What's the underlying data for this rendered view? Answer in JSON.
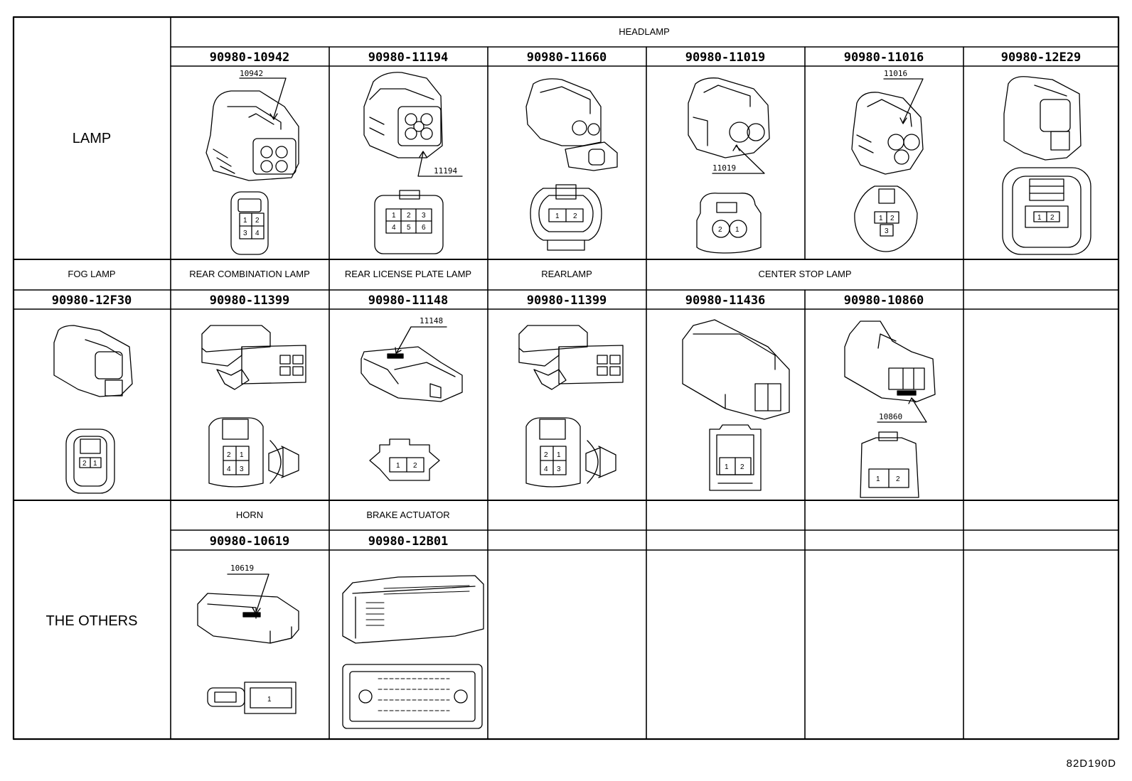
{
  "sections": {
    "lamp": "LAMP",
    "others": "THE OTHERS"
  },
  "rows": [
    {
      "groups": [
        {
          "label": "HEADLAMP",
          "span": 6
        }
      ],
      "connectors": [
        {
          "part": "90980-10942",
          "callout": "10942",
          "pins": [
            "1",
            "2",
            "3",
            "4"
          ]
        },
        {
          "part": "90980-11194",
          "callout": "11194",
          "pins": [
            "1",
            "2",
            "3",
            "4",
            "5",
            "6"
          ]
        },
        {
          "part": "90980-11660",
          "callout": "",
          "pins": [
            "1",
            "2"
          ]
        },
        {
          "part": "90980-11019",
          "callout": "11019",
          "pins": [
            "2",
            "1"
          ]
        },
        {
          "part": "90980-11016",
          "callout": "11016",
          "pins": [
            "1",
            "2",
            "3"
          ]
        },
        {
          "part": "90980-12E29",
          "callout": "",
          "pins": [
            "1",
            "2"
          ]
        }
      ]
    },
    {
      "groups": [
        {
          "label": "FOG LAMP",
          "span": 1
        },
        {
          "label": "REAR COMBINATION LAMP",
          "span": 1
        },
        {
          "label": "REAR LICENSE PLATE LAMP",
          "span": 1
        },
        {
          "label": "REARLAMP",
          "span": 1
        },
        {
          "label": "CENTER STOP LAMP",
          "span": 2
        },
        {
          "label": "",
          "span": 1
        }
      ],
      "connectors": [
        {
          "part": "90980-12F30",
          "callout": "",
          "pins": [
            "2",
            "1"
          ]
        },
        {
          "part": "90980-11399",
          "callout": "",
          "pins": [
            "2",
            "1",
            "4",
            "3"
          ]
        },
        {
          "part": "90980-11148",
          "callout": "11148",
          "pins": [
            "1",
            "2"
          ]
        },
        {
          "part": "90980-11399",
          "callout": "",
          "pins": [
            "2",
            "1",
            "4",
            "3"
          ]
        },
        {
          "part": "90980-11436",
          "callout": "",
          "pins": [
            "1",
            "2"
          ]
        },
        {
          "part": "90980-10860",
          "callout": "10860",
          "pins": [
            "1",
            "2"
          ]
        },
        {
          "part": "",
          "callout": "",
          "pins": []
        }
      ]
    },
    {
      "groups": [
        {
          "label": "HORN",
          "span": 1
        },
        {
          "label": "BRAKE ACTUATOR",
          "span": 1
        },
        {
          "label": "",
          "span": 1
        },
        {
          "label": "",
          "span": 1
        },
        {
          "label": "",
          "span": 1
        },
        {
          "label": "",
          "span": 1
        }
      ],
      "connectors": [
        {
          "part": "90980-10619",
          "callout": "10619",
          "pins": [
            "1"
          ]
        },
        {
          "part": "90980-12B01",
          "callout": "",
          "pins": []
        },
        {
          "part": "",
          "callout": "",
          "pins": []
        },
        {
          "part": "",
          "callout": "",
          "pins": []
        },
        {
          "part": "",
          "callout": "",
          "pins": []
        },
        {
          "part": "",
          "callout": "",
          "pins": []
        }
      ]
    }
  ],
  "reference": "82D190D"
}
